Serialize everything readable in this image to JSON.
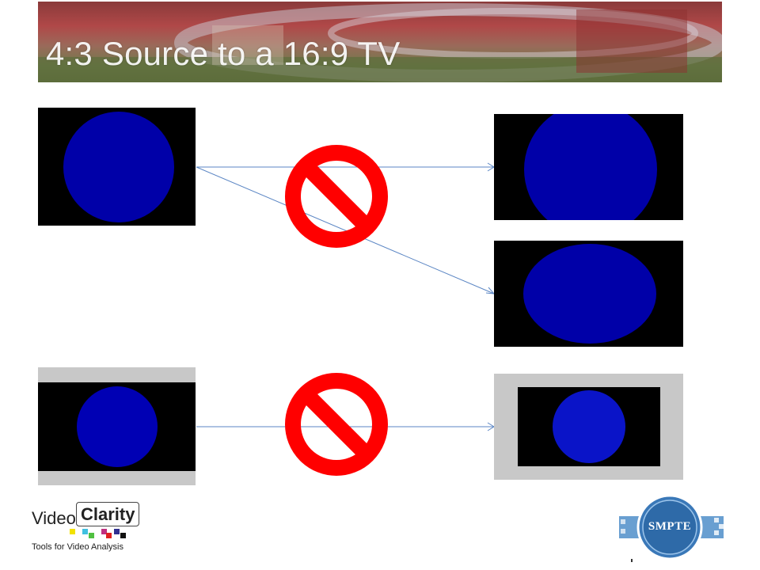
{
  "slide": {
    "title": "4:3 Source to a 16:9 TV"
  },
  "colors": {
    "circle_blue": "#0000a8",
    "bright_blue": "#0a14c8",
    "screen_black": "#000000",
    "pillar_gray": "#c8c8c8",
    "arrow_blue": "#5b86c4",
    "prohibit_red": "#ff0000"
  },
  "diagram": {
    "sources": [
      {
        "name": "4:3 frame"
      },
      {
        "name": "letterboxed frame"
      }
    ],
    "outputs": [
      {
        "name": "cropped circle"
      },
      {
        "name": "stretched ellipse"
      },
      {
        "name": "windowboxed frame"
      }
    ],
    "prohibited_icons": 2
  },
  "logos": {
    "video_clarity": {
      "word1": "Video",
      "word2": "Clarity",
      "tagline": "Tools for Video Analysis"
    },
    "smpte": {
      "text": "SMPTE"
    }
  }
}
